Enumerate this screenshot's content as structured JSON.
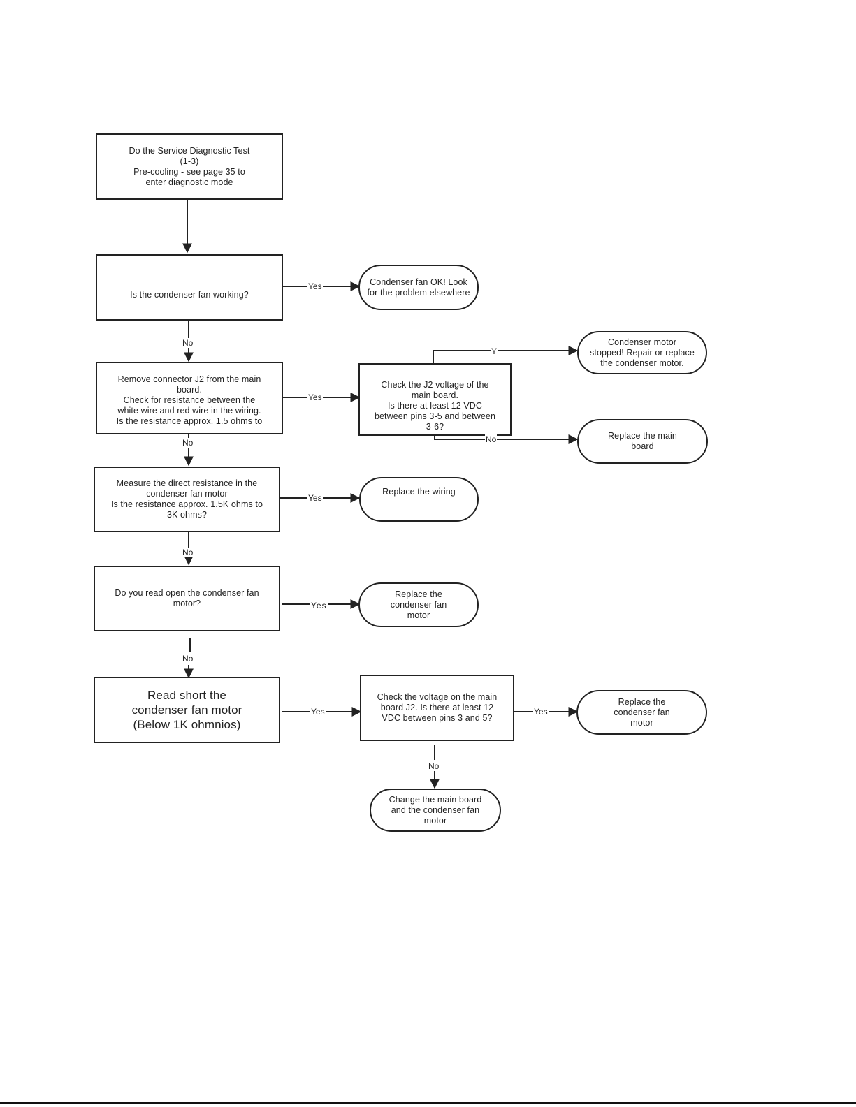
{
  "nodes": {
    "start": "Do the Service Diagnostic Test\n(1-3)\nPre-cooling - see page 35 to\nenter diagnostic mode",
    "q_fan_working": "Is the condenser fan working?",
    "t_fan_ok": "Condenser fan OK! Look\nfor the problem elsewhere",
    "q_remove_j2": "Remove connector J2 from the main\nboard.\nCheck for resistance between the\nwhite wire and red wire in the wiring.\nIs the resistance approx. 1.5 ohms to",
    "q_check_j2_voltage": "Check the J2 voltage of the\nmain board.\nIs there at least 12 VDC\nbetween pins 3-5 and between\n3-6?",
    "t_motor_stopped": "Condenser motor\nstopped! Repair or replace\nthe condenser motor.",
    "t_replace_main_board": "Replace the main\nboard",
    "q_measure_resistance": "Measure the direct resistance in the\ncondenser fan motor\nIs the resistance approx. 1.5K ohms to\n3K ohms?",
    "t_replace_wiring": "Replace the wiring",
    "q_read_open": "Do you read open the condenser fan\nmotor?",
    "t_replace_motor_1": "Replace the\ncondenser fan\nmotor",
    "q_read_short": "Read short the\ncondenser fan motor\n(Below 1K ohmnios)",
    "q_check_voltage_j2": "Check the voltage on the main\nboard J2. Is there at least 12\nVDC between pins 3 and 5?",
    "t_replace_motor_2": "Replace the\ncondenser fan\nmotor",
    "t_change_board_motor": "Change the main board\nand the condenser fan\nmotor"
  },
  "labels": {
    "yes": "Yes",
    "no": "No",
    "y": "Y"
  }
}
